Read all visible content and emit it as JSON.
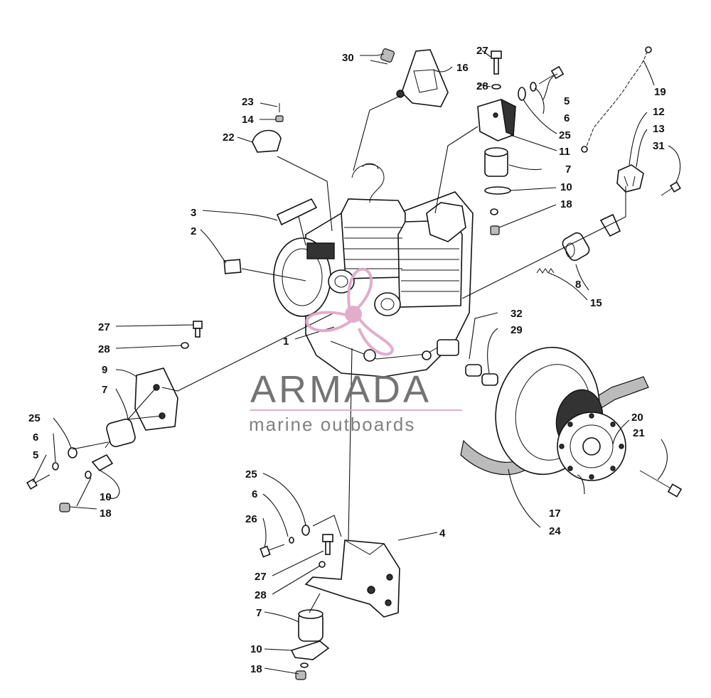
{
  "watermark": {
    "brand": "ARMADA",
    "tagline": "marine outboards",
    "logo_color": "#e0a9c8",
    "text_color": "#6d6d6d"
  },
  "callouts": [
    "30",
    "27",
    "16",
    "28",
    "5",
    "6",
    "25",
    "11",
    "19",
    "12",
    "13",
    "31",
    "23",
    "14",
    "22",
    "7",
    "10",
    "18",
    "3",
    "2",
    "8",
    "15",
    "1",
    "32",
    "29",
    "27",
    "28",
    "9",
    "7",
    "25",
    "6",
    "5",
    "10",
    "18",
    "20",
    "21",
    "17",
    "24",
    "25",
    "6",
    "26",
    "4",
    "27",
    "28",
    "7",
    "10",
    "18"
  ]
}
